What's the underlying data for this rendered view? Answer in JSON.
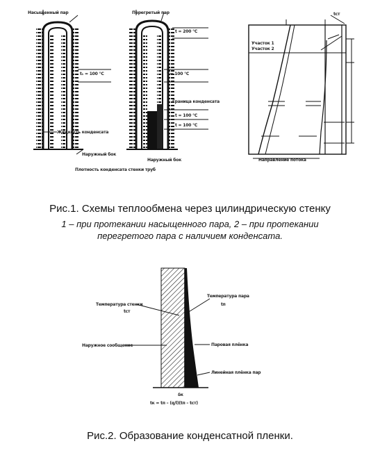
{
  "figure1": {
    "caption": "Рис.1. Схемы теплообмена через цилиндрическую стенку",
    "sub_line1": "1 – при протекании насыщенного пара, 2 – при протекании",
    "sub_line2": "перегретого пара с наличием конденсата."
  },
  "figure2": {
    "caption": "Рис.2. Образование конденсатной пленки."
  }
}
